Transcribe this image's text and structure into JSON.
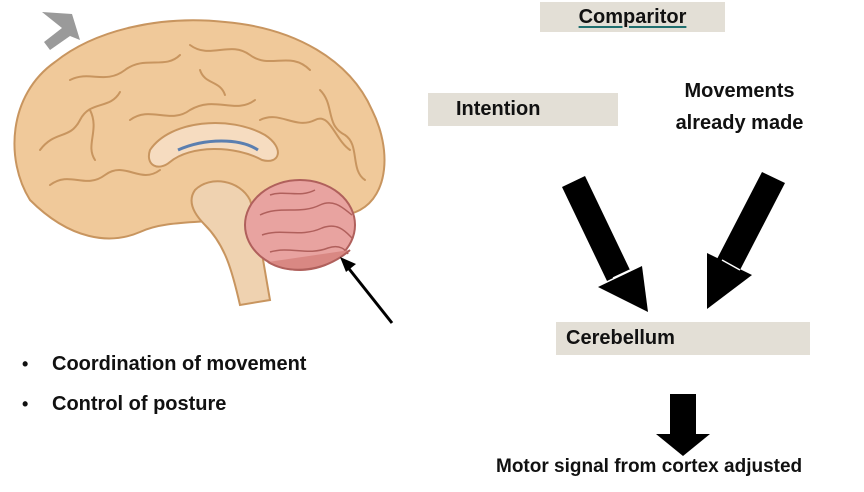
{
  "diagram": {
    "comparitor": "Comparitor",
    "intention": "Intention",
    "movements_line1": "Movements",
    "movements_line2": "already made",
    "cerebellum": "Cerebellum",
    "motor_signal": "Motor signal from cortex adjusted"
  },
  "bullets": [
    "Coordination of movement",
    "Control of posture"
  ],
  "colors": {
    "box_fill": "#e3dfd6",
    "brain_cortex": "#f0c99a",
    "cerebellum": "#e8a3a0",
    "arrow": "#000000",
    "pointer_arrow_grey": "#9a9a9a"
  },
  "figure": {
    "image": "midsagittal-brain-illustration"
  }
}
